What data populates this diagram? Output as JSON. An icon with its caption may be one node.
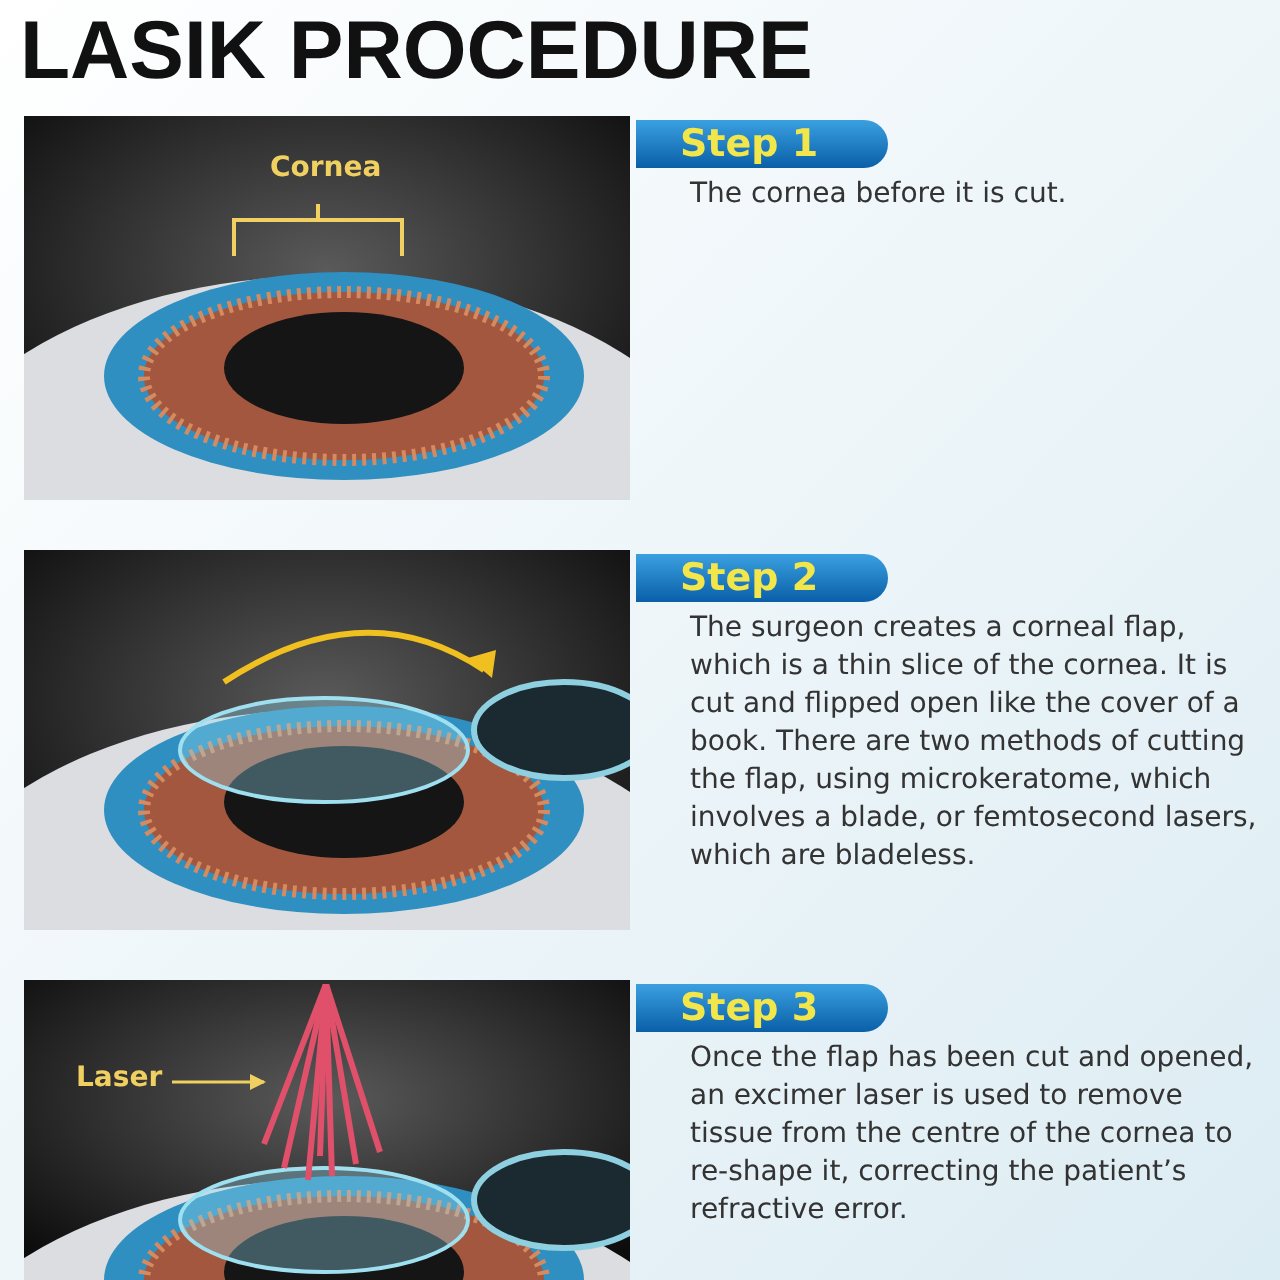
{
  "diagram": {
    "title": "LASIK PROCEDURE",
    "nodes": [
      {
        "text": [
          "Laser"
        ]
      },
      {
        "text": [],
        "shape": "picture"
      }
    ],
    "edges": [
      {
        "from": 0,
        "to": 1,
        "arrow": "to"
      }
    ],
    "labels": [
      "Cornea",
      "Step 1",
      "The cornea before it is cut.",
      "Step 2",
      "The surgeon creates a corneal flap, which is a thin slice of the cornea. It is cut and flipped open like the cover of a book. There are two methods of cutting the flap, using microkeratome, which involves a blade, or femtosecond lasers, which are bladeless.",
      "Step 3",
      "Once the flap has been cut and opened, an excimer laser is used to remove tissue from the centre of the cornea to re-shape it, correcting the patient’s refractive error."
    ]
  }
}
